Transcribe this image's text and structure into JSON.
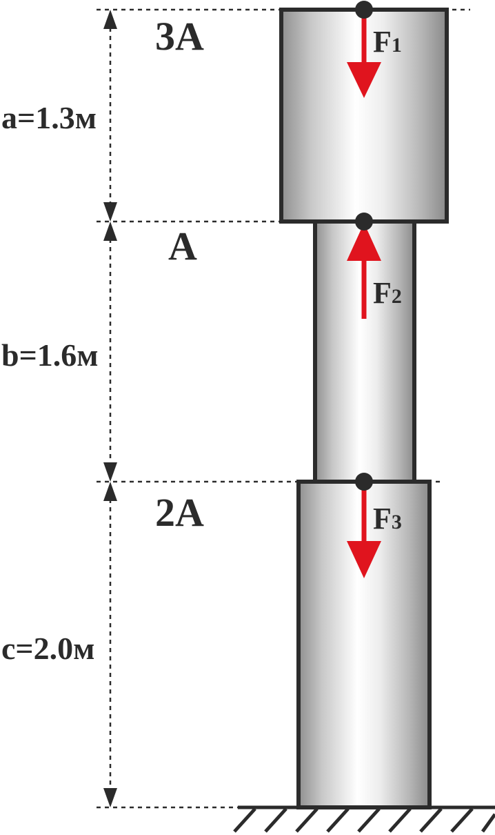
{
  "segments": [
    {
      "id": "a",
      "length_label": "a=1.3м",
      "area_label": "3A"
    },
    {
      "id": "b",
      "length_label": "b=1.6м",
      "area_label": "A"
    },
    {
      "id": "c",
      "length_label": "c=2.0м",
      "area_label": "2A"
    }
  ],
  "forces": [
    {
      "id": "F1",
      "letter": "F",
      "index": "1",
      "direction": "down"
    },
    {
      "id": "F2",
      "letter": "F",
      "index": "2",
      "direction": "up"
    },
    {
      "id": "F3",
      "letter": "F",
      "index": "3",
      "direction": "down"
    }
  ],
  "colors": {
    "outline": "#2b2b2b",
    "force_arrow": "#e0141e",
    "rod_light": "#ffffff",
    "rod_dark": "#8a8a8a"
  }
}
